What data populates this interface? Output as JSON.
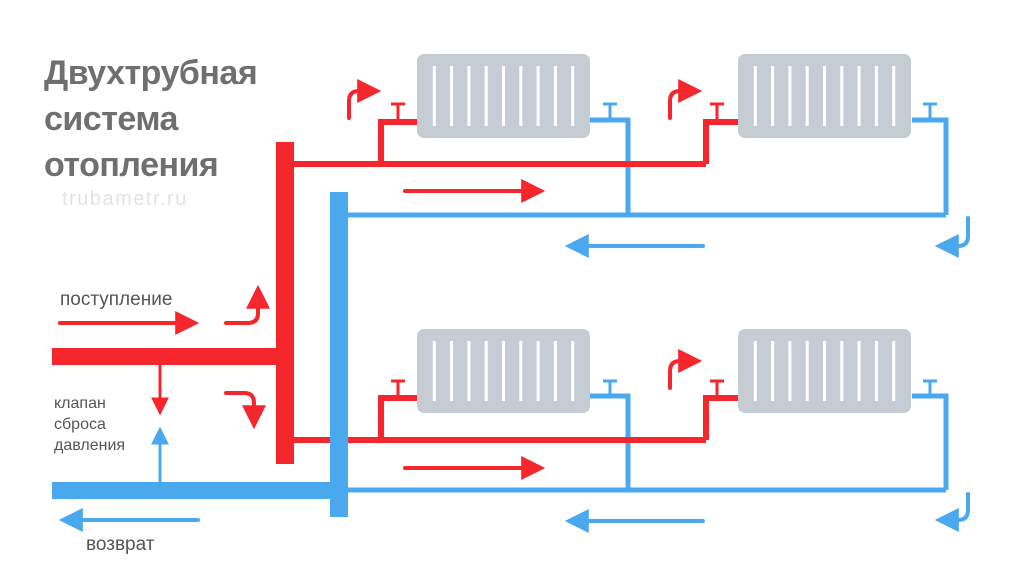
{
  "title": {
    "line1": "Двухтрубная",
    "line2": "система",
    "line3": "отопления"
  },
  "watermark": "trubametr.ru",
  "labels": {
    "supply": "поступление",
    "valve": {
      "line1": "клапан",
      "line2": "сброса",
      "line3": "давления"
    },
    "return": "возврат"
  },
  "colors": {
    "supply_pipe": "#f5262c",
    "return_pipe": "#4aa8ee",
    "radiator": "#c5ccd4",
    "radiator_fin": "#ffffff",
    "title_text": "#6f6f6f",
    "label_text": "#555555",
    "watermark": "#e3e3e3"
  },
  "diagram": {
    "radiator_count": 4,
    "fins_per_radiator": 9,
    "floors": 2
  }
}
